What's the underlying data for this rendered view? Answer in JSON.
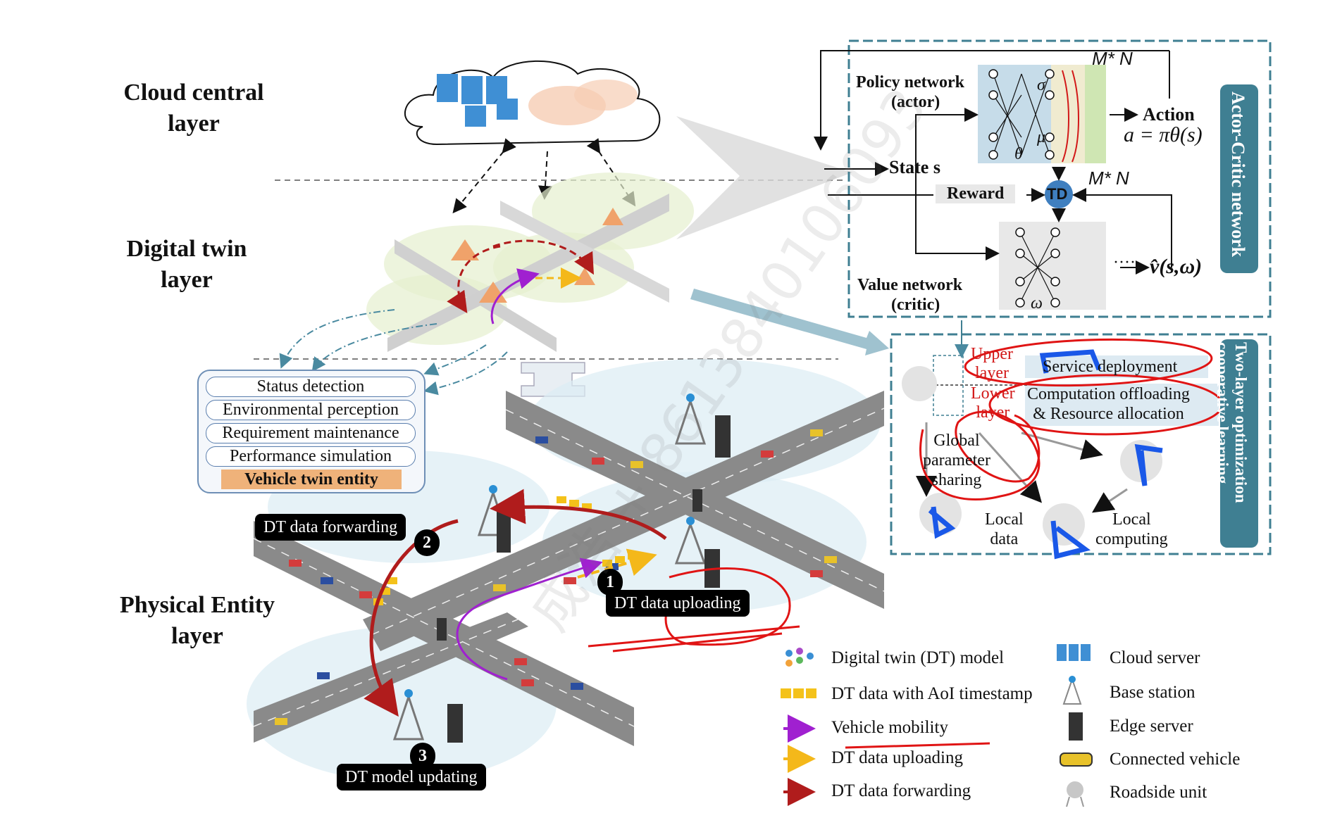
{
  "layers": {
    "cloud": "Cloud central\nlayer",
    "twin": "Digital twin\nlayer",
    "physical": "Physical Entity\nlayer"
  },
  "twin_box": {
    "rows": [
      "Status detection",
      "Environmental perception",
      "Requirement maintenance",
      "Performance simulation"
    ],
    "entity": "Vehicle twin entity"
  },
  "steps": {
    "forwarding": "DT data forwarding",
    "uploading": "DT data uploading",
    "updating": "DT model updating",
    "n1": "1",
    "n2": "2",
    "n3": "3"
  },
  "actor_critic": {
    "side_label": "Actor-Critic network",
    "policy_line1": "Policy network",
    "policy_line2": "(actor)",
    "value_line1": "Value network",
    "value_line2": "(critic)",
    "state": "State s",
    "reward": "Reward",
    "td": "TD",
    "action": "Action",
    "action_formula": "a = πθ(s)",
    "mn_top": "M* N",
    "mn_mid": "M* N",
    "value_out": "v̂(s,ω)",
    "theta": "θ",
    "omega": "ω",
    "sigma": "σ",
    "mu": "μ",
    "dots": "····"
  },
  "two_layer": {
    "side_label": "Two-layer optimization cooperative learning",
    "upper": "Upper\nlayer",
    "lower": "Lower\nlayer",
    "service": "Service deployment",
    "offload": "Computation offloading\n& Resource allocation",
    "global": "Global\nparameter\nsharing",
    "local_data": "Local\ndata",
    "local_computing": "Local\ncomputing"
  },
  "legend": [
    {
      "icon": "dt-model-icon",
      "label": "Digital twin (DT) model"
    },
    {
      "icon": "aoi-data-icon",
      "label": "DT data with AoI timestamp"
    },
    {
      "icon": "mobility-arrow-icon",
      "label": "Vehicle mobility"
    },
    {
      "icon": "upload-arrow-icon",
      "label": "DT data uploading"
    },
    {
      "icon": "forward-arrow-icon",
      "label": "DT data forwarding"
    },
    {
      "icon": "cloud-server-icon",
      "label": "Cloud server"
    },
    {
      "icon": "base-station-icon",
      "label": "Base station"
    },
    {
      "icon": "edge-server-icon",
      "label": "Edge server"
    },
    {
      "icon": "vehicle-icon",
      "label": "Connected vehicle"
    },
    {
      "icon": "rsu-icon",
      "label": "Roadside unit"
    }
  ],
  "watermark": "成浩 + 8613840106093",
  "colors": {
    "teal": "#3f7f92",
    "red": "#d21818",
    "purple": "#a020d0",
    "orange_data": "#f4c21a",
    "forward_red": "#b01c1c",
    "annotation_blue": "#1a58e8"
  }
}
